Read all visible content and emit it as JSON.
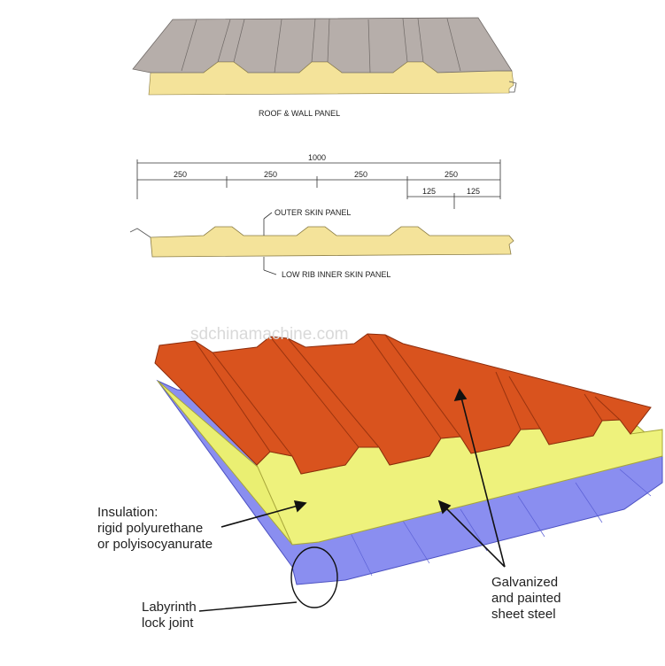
{
  "top_title": "ROOF & WALL PANEL",
  "dimensions": {
    "total": "1000",
    "segments": [
      "250",
      "250",
      "250",
      "250"
    ],
    "sub_segments": [
      "125",
      "125"
    ]
  },
  "cross_section_labels": {
    "outer": "OUTER SKIN PANEL",
    "inner": "LOW RIB INNER SKIN PANEL"
  },
  "watermark": "sdchinamachine.com",
  "callouts": {
    "insulation": [
      "Insulation:",
      "rigid polyurethane",
      "or polyisocyanurate"
    ],
    "steel": [
      "Galvanized",
      "and painted",
      "sheet steel"
    ],
    "joint": [
      "Labyrinth",
      "lock joint"
    ]
  },
  "colors": {
    "top_sheet": "#b6aeaa",
    "foam": "#f4e39a",
    "red_sheet": "#d9531e",
    "foam_3d": "#ecef7a",
    "blue_sheet": "#8a8ef0"
  }
}
